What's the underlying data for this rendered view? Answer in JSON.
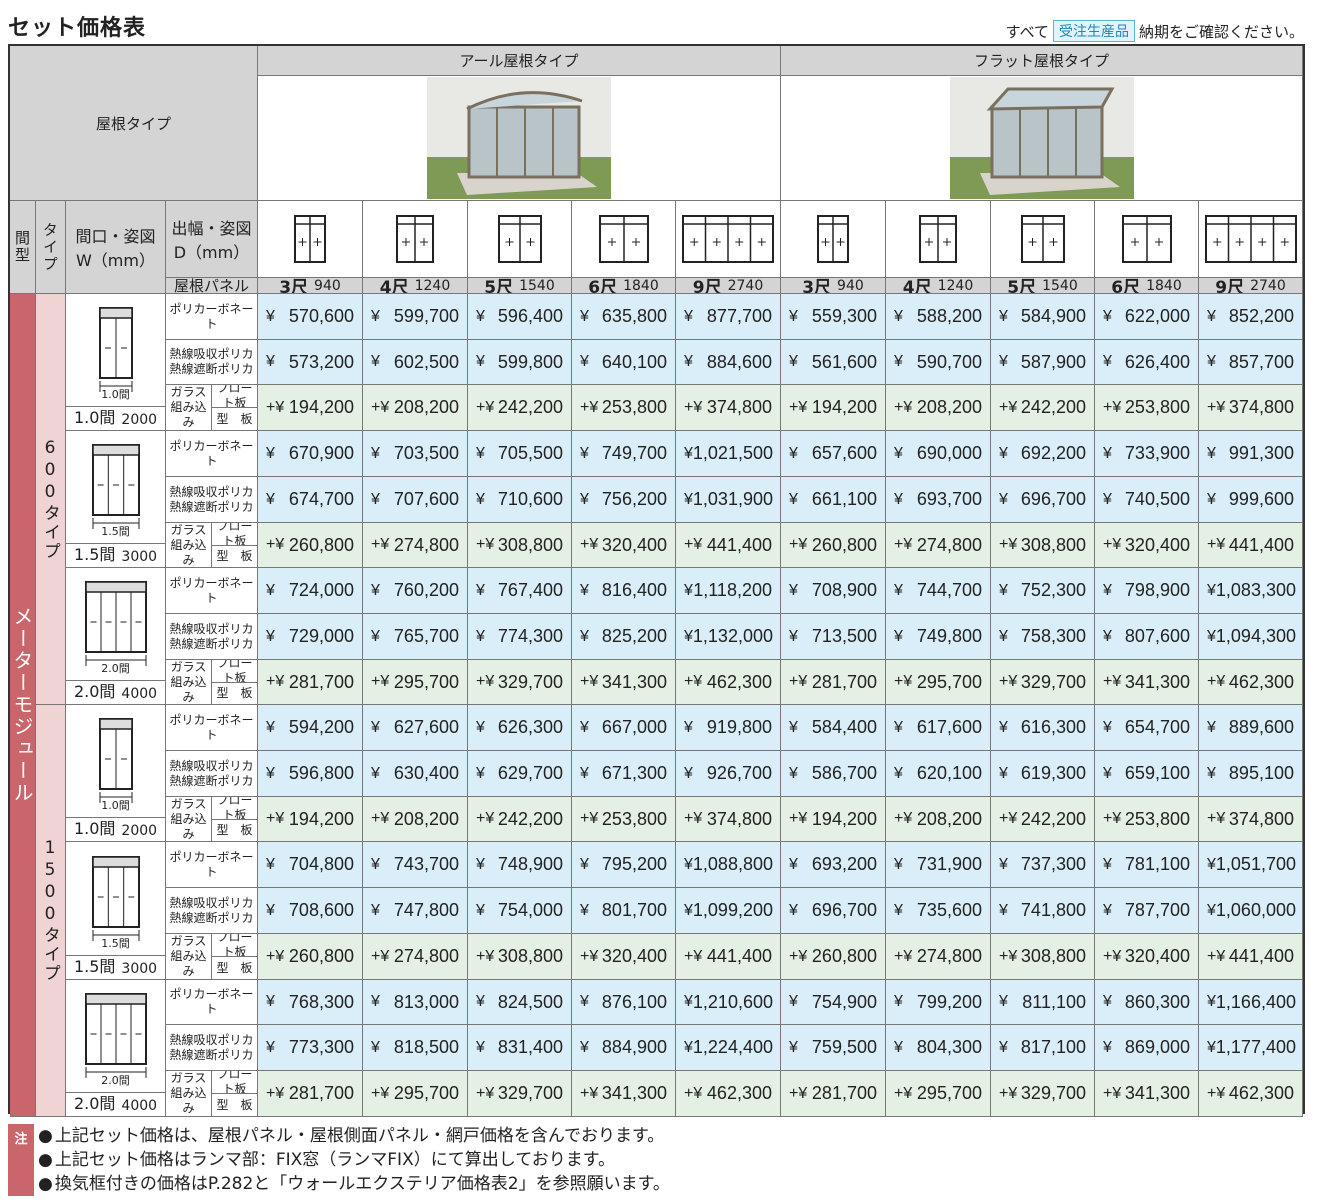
{
  "title": "セット価格表",
  "top_note": {
    "prefix": "すべて",
    "tag": "受注生産品",
    "suffix": "納期をご確認ください。"
  },
  "header": {
    "roof_type_label": "屋根タイプ",
    "roof_types": [
      "アール屋根タイプ",
      "フラット屋根タイプ"
    ],
    "col_kankata": "間型",
    "col_type": "タイプ",
    "col_maguchi": "間口・姿図\nW（mm）",
    "col_debaba": "出幅・姿図\nD（mm）",
    "roof_panel": "屋根パネル",
    "sizes": [
      {
        "shaku": "3尺",
        "mm": "940"
      },
      {
        "shaku": "4尺",
        "mm": "1240"
      },
      {
        "shaku": "5尺",
        "mm": "1540"
      },
      {
        "shaku": "6尺",
        "mm": "1840"
      },
      {
        "shaku": "9尺",
        "mm": "2740"
      }
    ]
  },
  "module_label": "メーターモジュール",
  "types": [
    "600タイプ",
    "1500タイプ"
  ],
  "row_labels": {
    "polycarbonate": "ポリカーボネート",
    "heat_a": "熱線吸収ポリカ",
    "heat_b": "熱線遮断ポリカ",
    "glass_a": "ガラス",
    "glass_b": "組み込み",
    "float": "フロート板",
    "kata": "型　板"
  },
  "blocks": [
    {
      "ma": "1.0間",
      "w": "2000",
      "drawing_label": "1.0間",
      "poly": [
        "570,600",
        "599,700",
        "596,400",
        "635,800",
        "877,700",
        "559,300",
        "588,200",
        "584,900",
        "622,000",
        "852,200"
      ],
      "heat": [
        "573,200",
        "602,500",
        "599,800",
        "640,100",
        "884,600",
        "561,600",
        "590,700",
        "587,900",
        "626,400",
        "857,700"
      ],
      "glass": [
        "194,200",
        "208,200",
        "242,200",
        "253,800",
        "374,800",
        "194,200",
        "208,200",
        "242,200",
        "253,800",
        "374,800"
      ]
    },
    {
      "ma": "1.5間",
      "w": "3000",
      "drawing_label": "1.5間",
      "poly": [
        "670,900",
        "703,500",
        "705,500",
        "749,700",
        "1,021,500",
        "657,600",
        "690,000",
        "692,200",
        "733,900",
        "991,300"
      ],
      "heat": [
        "674,700",
        "707,600",
        "710,600",
        "756,200",
        "1,031,900",
        "661,100",
        "693,700",
        "696,700",
        "740,500",
        "999,600"
      ],
      "glass": [
        "260,800",
        "274,800",
        "308,800",
        "320,400",
        "441,400",
        "260,800",
        "274,800",
        "308,800",
        "320,400",
        "441,400"
      ]
    },
    {
      "ma": "2.0間",
      "w": "4000",
      "drawing_label": "2.0間",
      "poly": [
        "724,000",
        "760,200",
        "767,400",
        "816,400",
        "1,118,200",
        "708,900",
        "744,700",
        "752,300",
        "798,900",
        "1,083,300"
      ],
      "heat": [
        "729,000",
        "765,700",
        "774,300",
        "825,200",
        "1,132,000",
        "713,500",
        "749,800",
        "758,300",
        "807,600",
        "1,094,300"
      ],
      "glass": [
        "281,700",
        "295,700",
        "329,700",
        "341,300",
        "462,300",
        "281,700",
        "295,700",
        "329,700",
        "341,300",
        "462,300"
      ]
    },
    {
      "ma": "1.0間",
      "w": "2000",
      "drawing_label": "1.0間",
      "poly": [
        "594,200",
        "627,600",
        "626,300",
        "667,000",
        "919,800",
        "584,400",
        "617,600",
        "616,300",
        "654,700",
        "889,600"
      ],
      "heat": [
        "596,800",
        "630,400",
        "629,700",
        "671,300",
        "926,700",
        "586,700",
        "620,100",
        "619,300",
        "659,100",
        "895,100"
      ],
      "glass": [
        "194,200",
        "208,200",
        "242,200",
        "253,800",
        "374,800",
        "194,200",
        "208,200",
        "242,200",
        "253,800",
        "374,800"
      ]
    },
    {
      "ma": "1.5間",
      "w": "3000",
      "drawing_label": "1.5間",
      "poly": [
        "704,800",
        "743,700",
        "748,900",
        "795,200",
        "1,088,800",
        "693,200",
        "731,900",
        "737,300",
        "781,100",
        "1,051,700"
      ],
      "heat": [
        "708,600",
        "747,800",
        "754,000",
        "801,700",
        "1,099,200",
        "696,700",
        "735,600",
        "741,800",
        "787,700",
        "1,060,000"
      ],
      "glass": [
        "260,800",
        "274,800",
        "308,800",
        "320,400",
        "441,400",
        "260,800",
        "274,800",
        "308,800",
        "320,400",
        "441,400"
      ]
    },
    {
      "ma": "2.0間",
      "w": "4000",
      "drawing_label": "2.0間",
      "poly": [
        "768,300",
        "813,000",
        "824,500",
        "876,100",
        "1,210,600",
        "754,900",
        "799,200",
        "811,100",
        "860,300",
        "1,166,400"
      ],
      "heat": [
        "773,300",
        "818,500",
        "831,400",
        "884,900",
        "1,224,400",
        "759,500",
        "804,300",
        "817,100",
        "869,000",
        "1,177,400"
      ],
      "glass": [
        "281,700",
        "295,700",
        "329,700",
        "341,300",
        "462,300",
        "281,700",
        "295,700",
        "329,700",
        "341,300",
        "462,300"
      ]
    }
  ],
  "currency": "¥",
  "plus_currency": "+¥",
  "notes_badge": "注",
  "notes": [
    "上記セット価格は、屋根パネル・屋根側面パネル・網戸価格を含んでおります。",
    "上記セット価格はランマ部：FIX窓（ランマFIX）にて算出しております。",
    "換気框付きの価格はP.282と「ウォールエクステリア価格表2」を参照願います。"
  ]
}
